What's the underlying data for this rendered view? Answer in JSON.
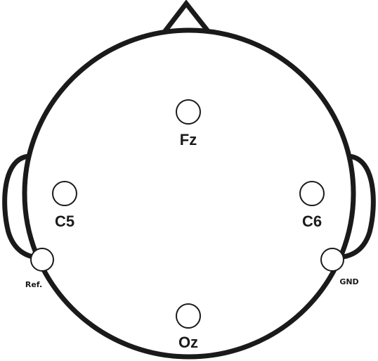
{
  "diagram": {
    "colors": {
      "outline": "#1a1a1a",
      "background": "#ffffff",
      "electrode_fill": "#ffffff"
    },
    "electrodes": [
      {
        "label": "Fz"
      },
      {
        "label": "C5"
      },
      {
        "label": "C6"
      },
      {
        "label": "Oz"
      }
    ],
    "reference": {
      "label": "Ref."
    },
    "ground": {
      "label": "GND"
    }
  }
}
